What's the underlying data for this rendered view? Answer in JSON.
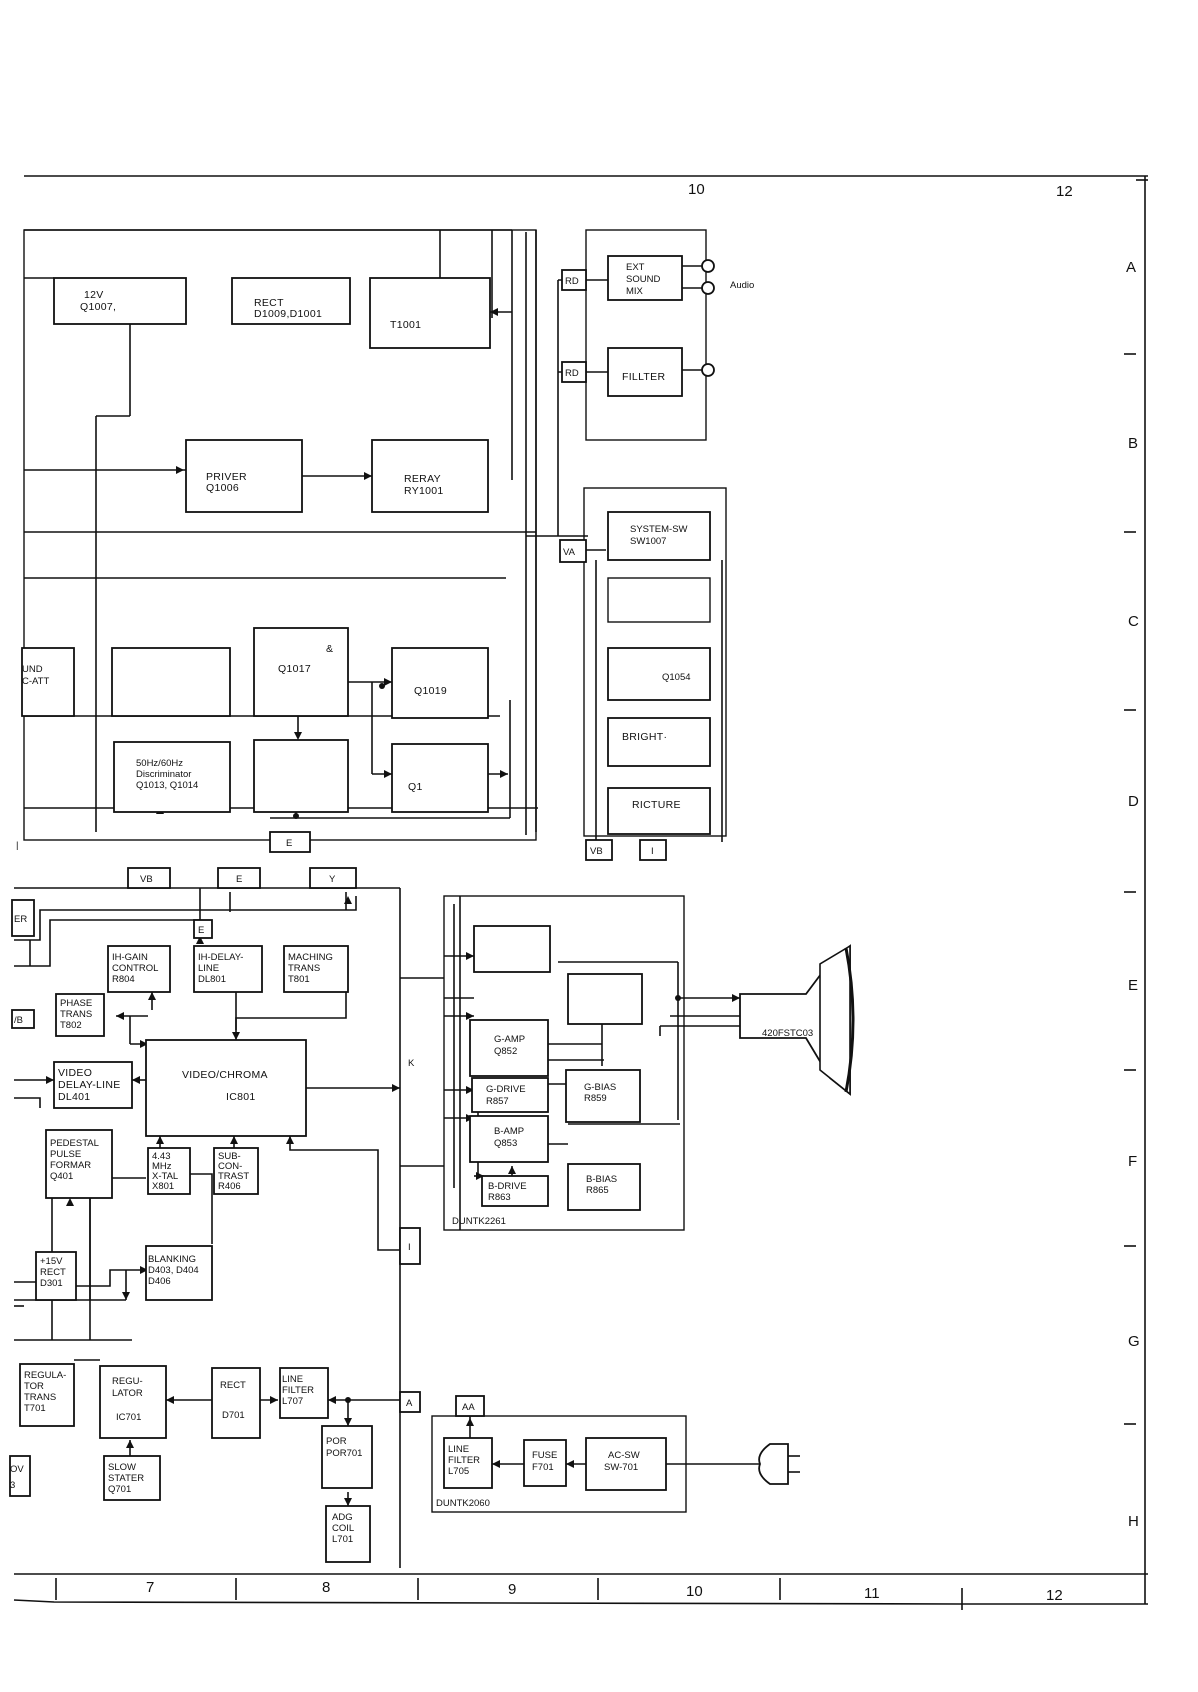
{
  "grid": {
    "top_cols": [
      "10",
      "12"
    ],
    "bottom_cols": [
      "7",
      "8",
      "9",
      "10",
      "11",
      "12"
    ],
    "rows": [
      "A",
      "B",
      "C",
      "D",
      "E",
      "F",
      "G",
      "H"
    ]
  },
  "connectors": {
    "rd1": "RD",
    "rd2": "RD",
    "va": "VA",
    "vb_top": "VB",
    "i_top": "I",
    "e_top": "E",
    "vb_bot": "VB",
    "e_bot": "E",
    "y_bot": "Y",
    "e_inner": "E",
    "k": "K",
    "i_mid": "I",
    "a": "A",
    "aa": "AA"
  },
  "blocks": {
    "v12": [
      "12V",
      "Q1007,"
    ],
    "rect1": [
      "RECT",
      "D1009,D1001"
    ],
    "t1001": [
      "T1001"
    ],
    "ext": [
      "EXT",
      "SOUND",
      "MIX"
    ],
    "audio": "Audio",
    "fillter": [
      "FILLTER"
    ],
    "priver": [
      "PRIVER",
      "Q1006"
    ],
    "reray": [
      "RERAY",
      "RY1001"
    ],
    "syssw": [
      "SYSTEM-SW",
      "SW1007"
    ],
    "und": [
      "UND",
      "C-ATT"
    ],
    "amp": "&",
    "q1017": "Q1017",
    "q1019": "Q1019",
    "q1054": "Q1054",
    "bright": "BRIGHT·",
    "disc": [
      "50Hz/60Hz",
      "Discriminator",
      "Q1013, Q1014"
    ],
    "q1": "Q1",
    "ricture": "RICTURE",
    "er": "ER",
    "ihgain": [
      "IH-GAIN",
      "CONTROL",
      "R804"
    ],
    "ihdelay": [
      "IH-DELAY-",
      "LINE",
      "DL801"
    ],
    "maching": [
      "MACHING",
      "TRANS",
      "T801"
    ],
    "phase": [
      "PHASE",
      "TRANS",
      "T802"
    ],
    "vb_frag": "/B",
    "videochroma": [
      "VIDEO/CHROMA",
      "IC801"
    ],
    "vdelay": [
      "VIDEO",
      "DELAY-LINE",
      "DL401"
    ],
    "pedestal": [
      "PEDESTAL",
      "PULSE",
      "FORMAR",
      "Q401"
    ],
    "xtal": [
      "4.43",
      "MHz",
      "X-TAL",
      "X801"
    ],
    "subcon": [
      "SUB-",
      "CON-",
      "TRAST",
      "R406"
    ],
    "v15": [
      "+15V",
      "RECT",
      "D301"
    ],
    "blanking": [
      "BLANKING",
      "D403, D404",
      "D406"
    ],
    "regtrans": [
      "REGULA-",
      "TOR",
      "TRANS",
      "T701"
    ],
    "regulator": [
      "REGU-",
      "LATOR",
      "IC701"
    ],
    "rect701": [
      "RECT",
      "D701"
    ],
    "linefilter707": [
      "LINE",
      "FILTER",
      "L707"
    ],
    "dv": [
      "ΟV",
      "3"
    ],
    "slow": [
      "SLOW",
      "STATER",
      "Q701"
    ],
    "por": [
      "POR",
      "POR701"
    ],
    "adg": [
      "ADG",
      "COIL",
      "L701"
    ],
    "gamp": [
      "G-AMP",
      "Q852"
    ],
    "gdrive": [
      "G-DRIVE",
      "R857"
    ],
    "gbias": [
      "G-BIAS",
      "R859"
    ],
    "bamp": [
      "B-AMP",
      "Q853"
    ],
    "bdrive": [
      "B-DRIVE",
      "R863"
    ],
    "bbias": [
      "B-BIAS",
      "R865"
    ],
    "duntk2261": "DUNTK2261",
    "crt": "420FSTC03",
    "lf705": [
      "LINE",
      "FILTER",
      "L705"
    ],
    "fuse": [
      "FUSE",
      "F701"
    ],
    "acsw": [
      "AC-SW",
      "SW-701"
    ],
    "duntk2060": "DUNTK2060"
  }
}
